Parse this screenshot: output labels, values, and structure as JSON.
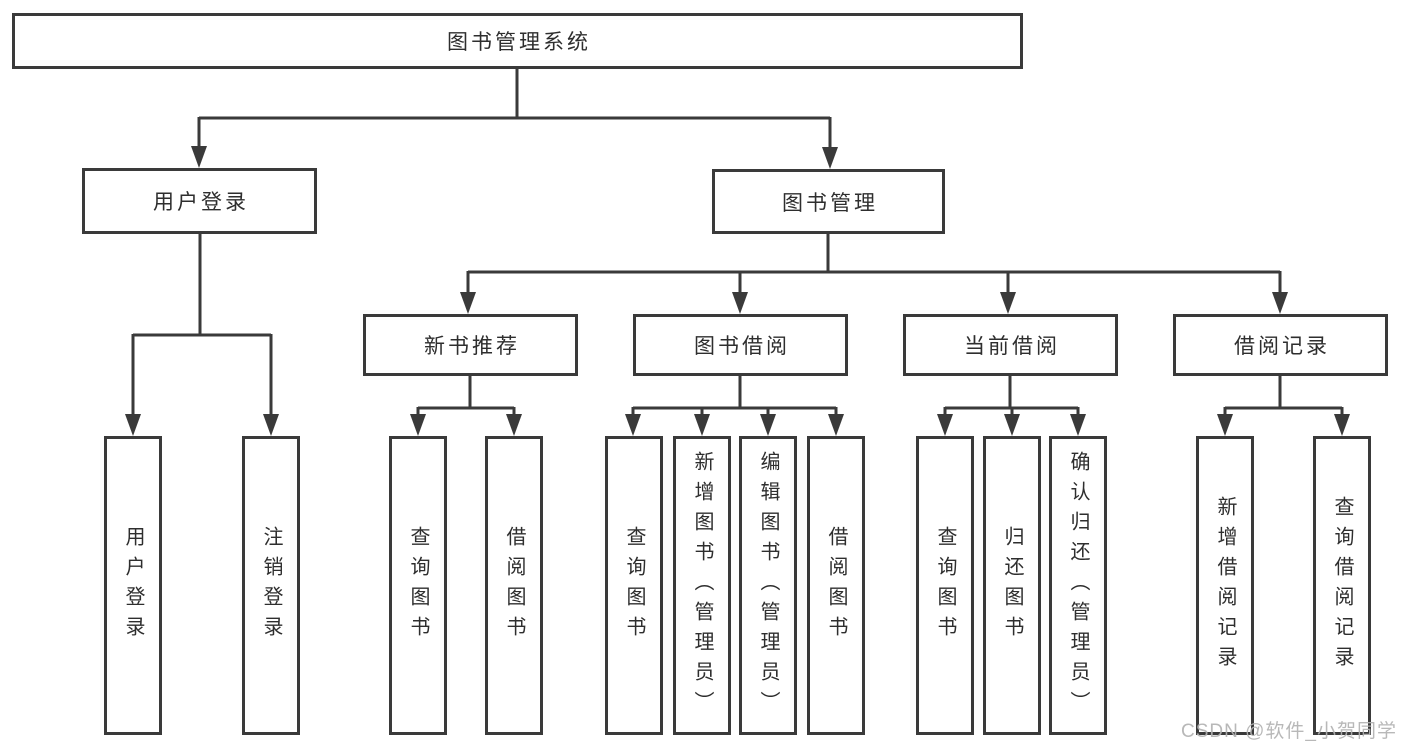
{
  "diagram": {
    "root": {
      "label": "图书管理系统"
    },
    "level2": [
      {
        "id": "user-login",
        "label": "用户登录"
      },
      {
        "id": "book-management",
        "label": "图书管理"
      }
    ],
    "level3": [
      {
        "id": "new-book-recommend",
        "label": "新书推荐",
        "parent": "book-management"
      },
      {
        "id": "book-borrowing",
        "label": "图书借阅",
        "parent": "book-management"
      },
      {
        "id": "current-borrowing",
        "label": "当前借阅",
        "parent": "book-management"
      },
      {
        "id": "borrowing-records",
        "label": "借阅记录",
        "parent": "book-management"
      }
    ],
    "leaves": [
      {
        "parent": "user-login",
        "label": "用户登录"
      },
      {
        "parent": "user-login",
        "label": "注销登录"
      },
      {
        "parent": "new-book-recommend",
        "label": "查询图书"
      },
      {
        "parent": "new-book-recommend",
        "label": "借阅图书"
      },
      {
        "parent": "book-borrowing",
        "label": "查询图书"
      },
      {
        "parent": "book-borrowing",
        "label": "新增图书（管理员）"
      },
      {
        "parent": "book-borrowing",
        "label": "编辑图书（管理员）"
      },
      {
        "parent": "book-borrowing",
        "label": "借阅图书"
      },
      {
        "parent": "current-borrowing",
        "label": "查询图书"
      },
      {
        "parent": "current-borrowing",
        "label": "归还图书"
      },
      {
        "parent": "current-borrowing",
        "label": "确认归还（管理员）"
      },
      {
        "parent": "borrowing-records",
        "label": "新增借阅记录"
      },
      {
        "parent": "borrowing-records",
        "label": "查询借阅记录"
      }
    ]
  },
  "watermark": {
    "text": "CSDN @软件_小贺同学"
  },
  "colors": {
    "line": "#3a3a3a",
    "text": "#2e2e2e",
    "background": "#ffffff",
    "watermark": "#b2b2b2"
  }
}
